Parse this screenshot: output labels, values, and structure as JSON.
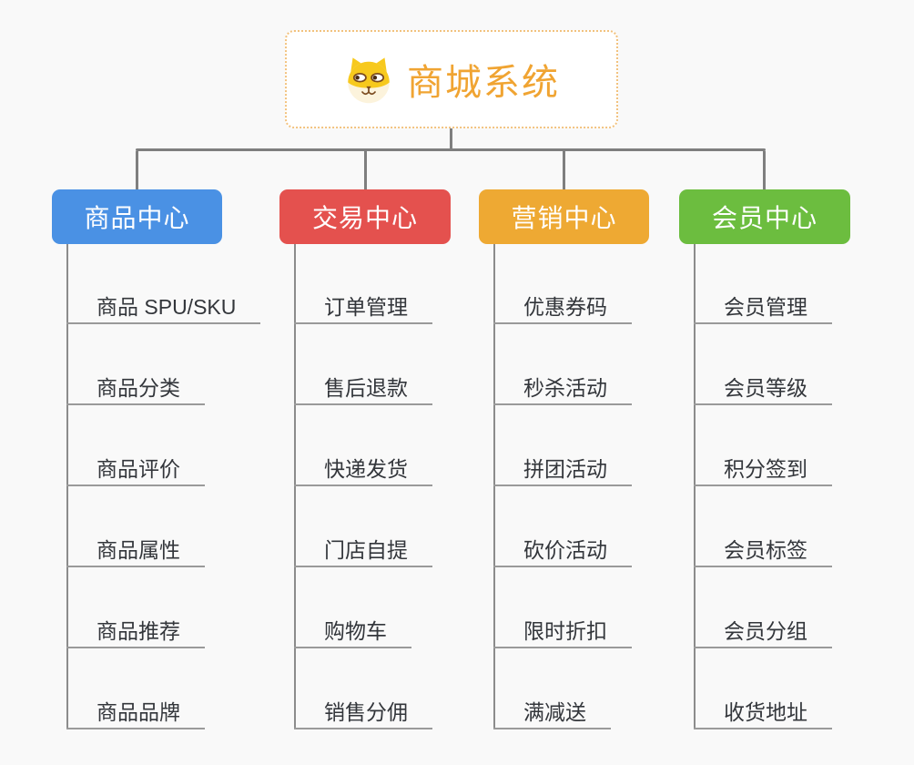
{
  "root": {
    "title": "商城系统",
    "icon": "shiba-dog-icon",
    "title_color": "#F0A432",
    "border_color": "#F2C27E"
  },
  "branches": [
    {
      "id": "product-center",
      "label": "商品中心",
      "color": "#4A91E4",
      "items": [
        "商品 SPU/SKU",
        "商品分类",
        "商品评价",
        "商品属性",
        "商品推荐",
        "商品品牌"
      ]
    },
    {
      "id": "trade-center",
      "label": "交易中心",
      "color": "#E4514E",
      "items": [
        "订单管理",
        "售后退款",
        "快递发货",
        "门店自提",
        "购物车",
        "销售分佣"
      ]
    },
    {
      "id": "marketing-center",
      "label": "营销中心",
      "color": "#EEA933",
      "items": [
        "优惠券码",
        "秒杀活动",
        "拼团活动",
        "砍价活动",
        "限时折扣",
        "满减送"
      ]
    },
    {
      "id": "member-center",
      "label": "会员中心",
      "color": "#6CBD3F",
      "items": [
        "会员管理",
        "会员等级",
        "积分签到",
        "会员标签",
        "会员分组",
        "收货地址"
      ]
    }
  ],
  "colors": {
    "background": "#F9F9F9",
    "connector": "#7F7F7F",
    "leaf_underline": "#9A9A9A",
    "leaf_text": "#33363B"
  }
}
